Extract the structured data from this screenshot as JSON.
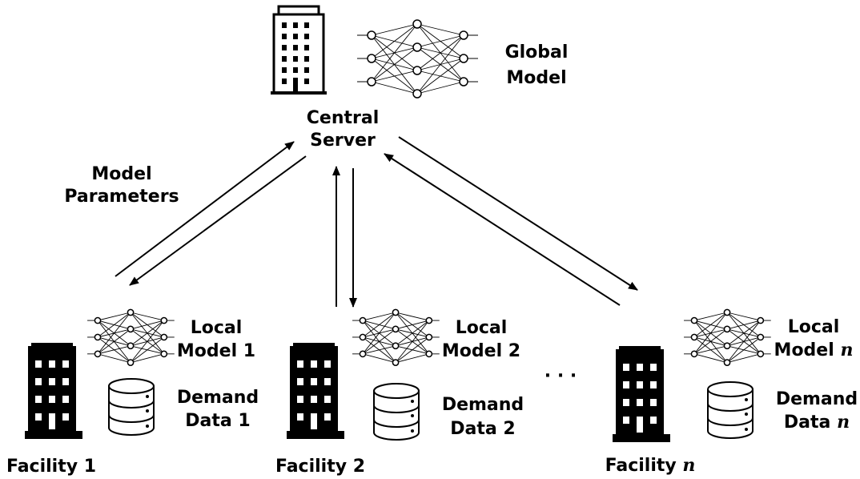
{
  "diagram": {
    "central_server_label": [
      "Central",
      "Server"
    ],
    "global_model_label": [
      "Global",
      "Model"
    ],
    "model_parameters_label": [
      "Model",
      "Parameters"
    ],
    "ellipsis": "· · ·",
    "facilities": [
      {
        "name": "Facility",
        "index": "1",
        "local_model": [
          "Local",
          "Model "
        ],
        "demand_data": [
          "Demand",
          "Data "
        ]
      },
      {
        "name": "Facility",
        "index": "2",
        "local_model": [
          "Local",
          "Model "
        ],
        "demand_data": [
          "Demand",
          "Data "
        ]
      },
      {
        "name": "Facility",
        "index": "n",
        "local_model": [
          "Local",
          "Model "
        ],
        "demand_data": [
          "Demand",
          "Data "
        ]
      }
    ]
  }
}
